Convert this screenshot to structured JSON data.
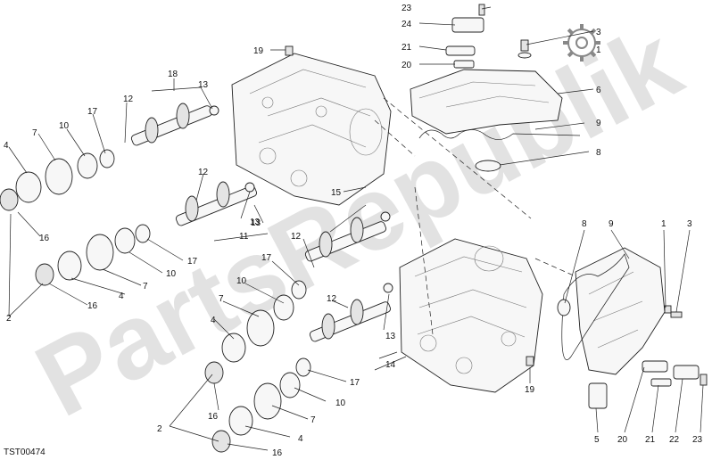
{
  "diagram": {
    "drawing_code": "TST00474",
    "watermark_text": "PartsRepublik",
    "logo_icon": "gear-icon",
    "callouts": [
      {
        "id": "c23t",
        "text": "23"
      },
      {
        "id": "c24",
        "text": "24"
      },
      {
        "id": "c21t",
        "text": "21"
      },
      {
        "id": "c20t",
        "text": "20"
      },
      {
        "id": "c19t",
        "text": "19"
      },
      {
        "id": "c3t",
        "text": "3"
      },
      {
        "id": "c1t",
        "text": "1"
      },
      {
        "id": "c6",
        "text": "6"
      },
      {
        "id": "c9t",
        "text": "9"
      },
      {
        "id": "c8t",
        "text": "8"
      },
      {
        "id": "c18",
        "text": "18"
      },
      {
        "id": "c13a",
        "text": "13"
      },
      {
        "id": "c12a",
        "text": "12"
      },
      {
        "id": "c17a",
        "text": "17"
      },
      {
        "id": "c10a",
        "text": "10"
      },
      {
        "id": "c7a",
        "text": "7"
      },
      {
        "id": "c4a",
        "text": "4"
      },
      {
        "id": "c16a",
        "text": "16"
      },
      {
        "id": "c12b",
        "text": "12"
      },
      {
        "id": "c13b",
        "text": "13"
      },
      {
        "id": "c11",
        "text": "11"
      },
      {
        "id": "c17b",
        "text": "17"
      },
      {
        "id": "c10b",
        "text": "10"
      },
      {
        "id": "c7b",
        "text": "7"
      },
      {
        "id": "c4b",
        "text": "4"
      },
      {
        "id": "c16b",
        "text": "16"
      },
      {
        "id": "c2a",
        "text": "2"
      },
      {
        "id": "c15",
        "text": "15"
      },
      {
        "id": "c13c",
        "text": "13"
      },
      {
        "id": "c12c",
        "text": "12"
      },
      {
        "id": "c17c",
        "text": "17"
      },
      {
        "id": "c10c",
        "text": "10"
      },
      {
        "id": "c7c",
        "text": "7"
      },
      {
        "id": "c4c",
        "text": "4"
      },
      {
        "id": "c12d",
        "text": "12"
      },
      {
        "id": "c13d",
        "text": "13"
      },
      {
        "id": "c14",
        "text": "14"
      },
      {
        "id": "c17d",
        "text": "17"
      },
      {
        "id": "c10d",
        "text": "10"
      },
      {
        "id": "c7d",
        "text": "7"
      },
      {
        "id": "c4d",
        "text": "4"
      },
      {
        "id": "c16c",
        "text": "16"
      },
      {
        "id": "c16d",
        "text": "16"
      },
      {
        "id": "c2b",
        "text": "2"
      },
      {
        "id": "c19b",
        "text": "19"
      },
      {
        "id": "c8b",
        "text": "8"
      },
      {
        "id": "c9b",
        "text": "9"
      },
      {
        "id": "c1b",
        "text": "1"
      },
      {
        "id": "c3b",
        "text": "3"
      },
      {
        "id": "c5",
        "text": "5"
      },
      {
        "id": "c20b",
        "text": "20"
      },
      {
        "id": "c21b",
        "text": "21"
      },
      {
        "id": "c22",
        "text": "22"
      },
      {
        "id": "c23b",
        "text": "23"
      }
    ]
  }
}
